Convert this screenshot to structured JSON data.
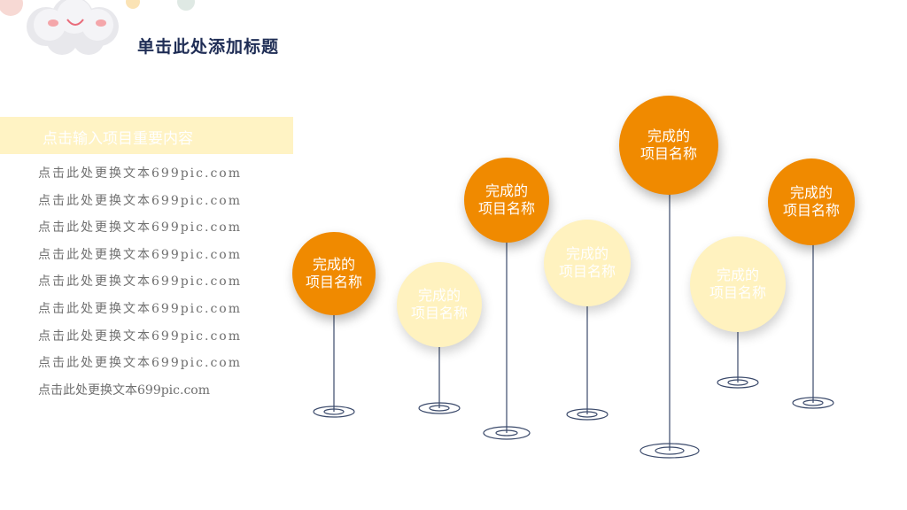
{
  "title": "单击此处添加标题",
  "banner": "点击输入项目重要内容",
  "lines": [
    "点击此处更换文本699pic.com",
    "点击此处更换文本699pic.com",
    "点击此处更换文本699pic.com",
    "点击此处更换文本699pic.com",
    "点击此处更换文本699pic.com",
    "点击此处更换文本699pic.com",
    "点击此处更换文本699pic.com",
    "点击此处更换文本699pic.com",
    "点击此处更换文本699pic.com"
  ],
  "bubbles": [
    {
      "line1": "完成的",
      "line2": "项目名称",
      "style": "orange"
    },
    {
      "line1": "完成的",
      "line2": "项目名称",
      "style": "pale"
    },
    {
      "line1": "完成的",
      "line2": "项目名称",
      "style": "orange"
    },
    {
      "line1": "完成的",
      "line2": "项目名称",
      "style": "pale"
    },
    {
      "line1": "完成的",
      "line2": "项目名称",
      "style": "orange"
    },
    {
      "line1": "完成的",
      "line2": "项目名称",
      "style": "pale"
    },
    {
      "line1": "完成的",
      "line2": "项目名称",
      "style": "orange"
    }
  ],
  "colors": {
    "orange": "#f08a00",
    "pale": "#fff2bf",
    "title": "#1f2d55",
    "banner": "#fff3c4",
    "stem": "#3b4a6b"
  },
  "icons": [
    "cloud-face-icon"
  ]
}
